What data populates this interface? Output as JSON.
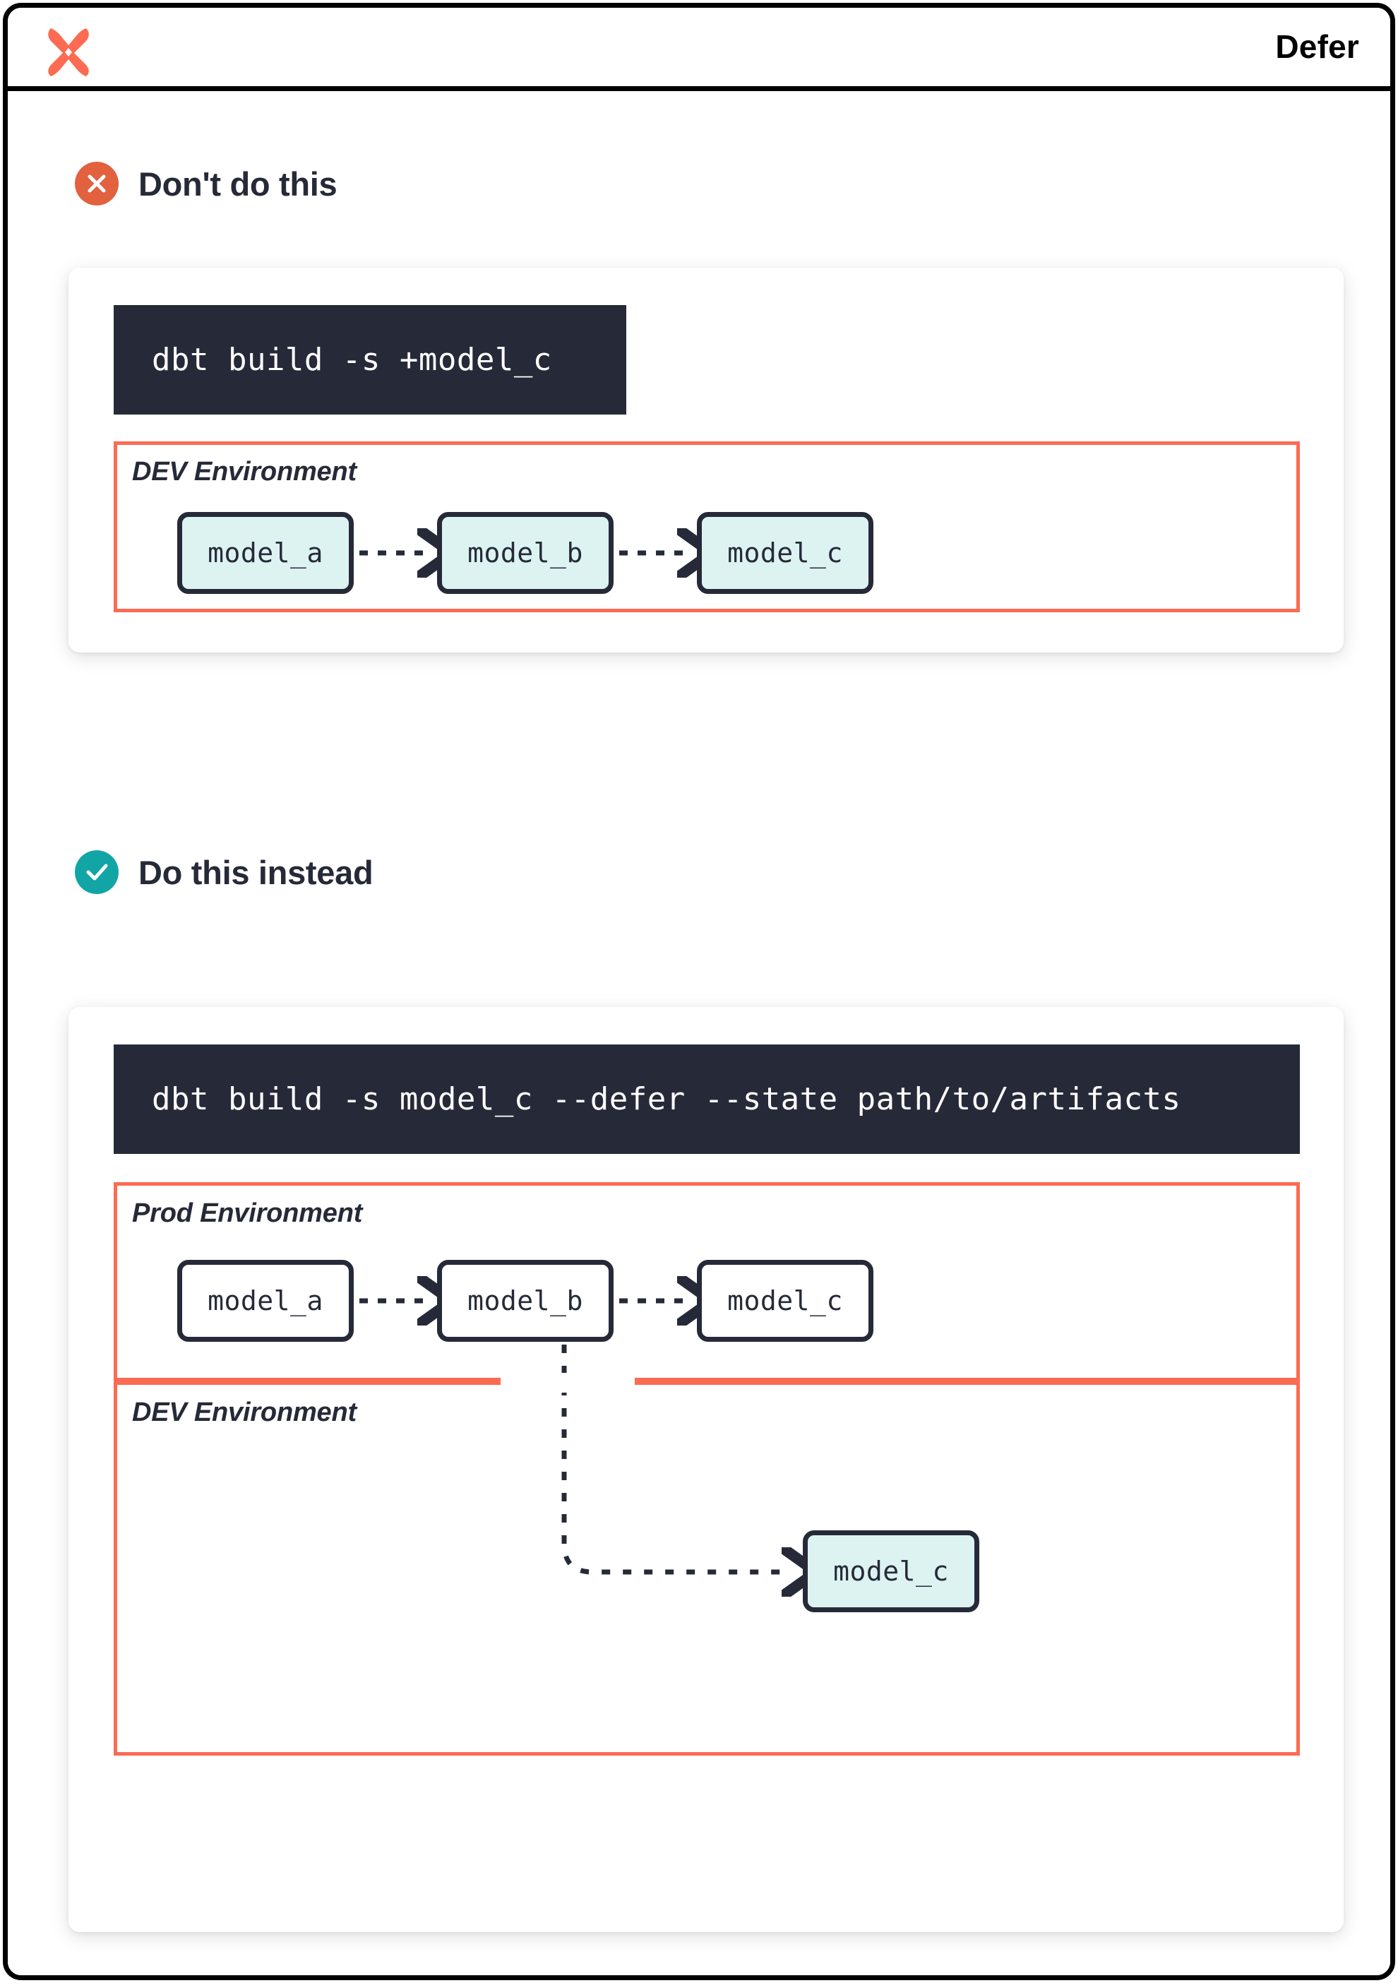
{
  "header": {
    "title": "Defer",
    "logo_icon": "dbt-logo-icon"
  },
  "theme": {
    "orange": "#FC6B52",
    "navy": "#262A38",
    "cyan_fill": "#DCF3F2",
    "bad_badge": "#E2613F",
    "good_badge": "#12A5A5"
  },
  "sections": [
    {
      "id": "dont",
      "badge_icon": "x-circle-icon",
      "title": "Don't do this",
      "command": "dbt build -s +model_c",
      "environments": [
        {
          "label": "DEV Environment",
          "nodes": [
            {
              "label": "model_a",
              "style": "cyan"
            },
            {
              "label": "model_b",
              "style": "cyan"
            },
            {
              "label": "model_c",
              "style": "cyan"
            }
          ]
        }
      ]
    },
    {
      "id": "do",
      "badge_icon": "check-circle-icon",
      "title": "Do this instead",
      "command": "dbt build -s model_c --defer --state path/to/artifacts",
      "environments": [
        {
          "label": "Prod Environment",
          "nodes": [
            {
              "label": "model_a",
              "style": "plain"
            },
            {
              "label": "model_b",
              "style": "plain"
            },
            {
              "label": "model_c",
              "style": "plain"
            }
          ]
        },
        {
          "label": "DEV Environment",
          "nodes": [
            {
              "label": "model_c",
              "style": "cyan"
            }
          ]
        }
      ]
    }
  ]
}
